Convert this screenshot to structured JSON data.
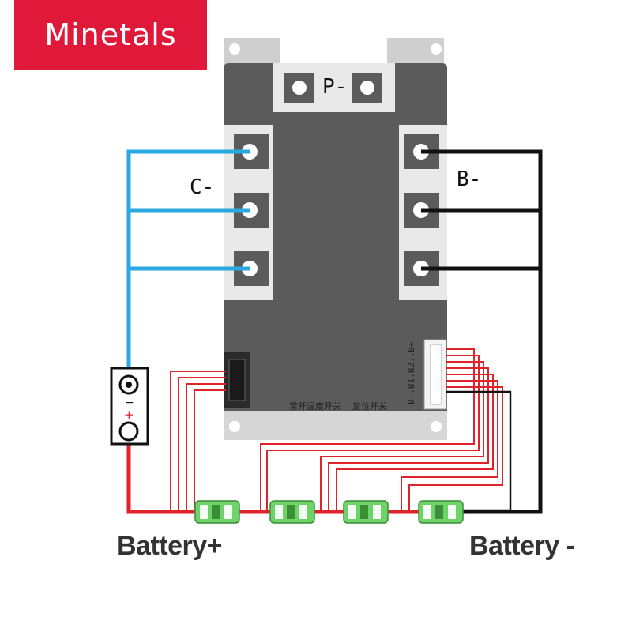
{
  "brand": {
    "logo_text": "Minetals",
    "color": "#e0193a"
  },
  "labels": {
    "p_minus": "P-",
    "c_minus": "C-",
    "b_minus": "B-",
    "battery_plus": "Battery+",
    "battery_minus": "Battery -",
    "switch_temp": "常开温度开关",
    "switch_reset": "复位开关",
    "balance_pins": "B-.B1.B2..B+",
    "connector_minus": "−",
    "connector_plus": "+"
  },
  "colors": {
    "c_minus_wire": "#2aa9e0",
    "b_minus_wire": "#111111",
    "balance_wire": "#e0222a",
    "board": "#5a5a5a",
    "terminal_plate": "#e9e9e9",
    "cell": "#6fd36a"
  }
}
